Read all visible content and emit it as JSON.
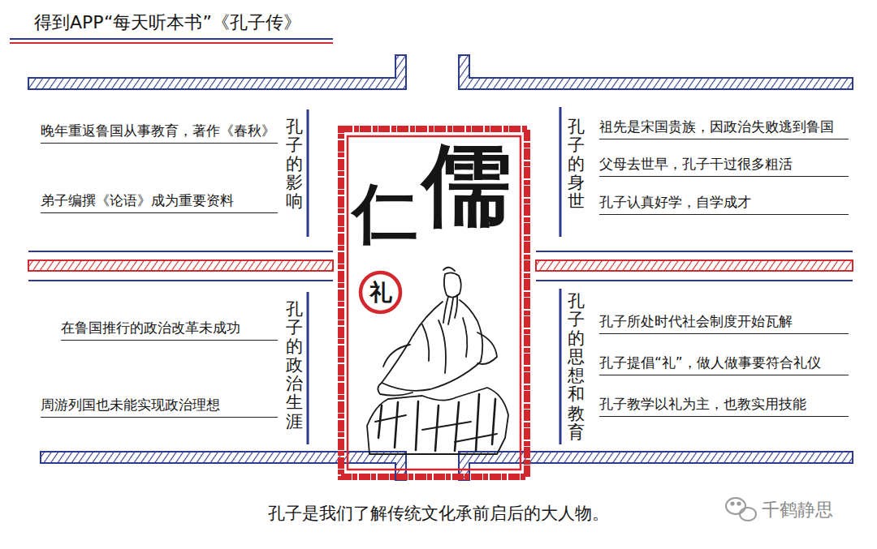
{
  "diagram": {
    "title": "得到APP“每天听本书”《孔子传》",
    "caption": "孔子是我们了解传统文化承前启后的大人物。",
    "nodes": [
      {
        "text": [
          "仁",
          "儒"
        ]
      },
      {
        "text": [
          "礼"
        ],
        "in": 0
      }
    ],
    "labels": [
      "晚年重返鲁国从事教育，著作《春秋》",
      "弟子编撰《论语》成为重要资料",
      "孔子的影响",
      "孔子的身世",
      "祖先是宋国贵族，因政治失败逃到鲁国",
      "父母去世早，孔子干过很多粗活",
      "孔子认真好学，自学成才",
      "在鲁国推行的政治改革未成功",
      "周游列国也未能实现政治理想",
      "孔子的政治生涯",
      "孔子的思想和教育",
      "孔子所处时代社会制度开始瓦解",
      "孔子提倡“礼”，做人做事要符合礼仪",
      "孔子教学以礼为主，也教实用技能",
      "千鹤静思"
    ]
  }
}
